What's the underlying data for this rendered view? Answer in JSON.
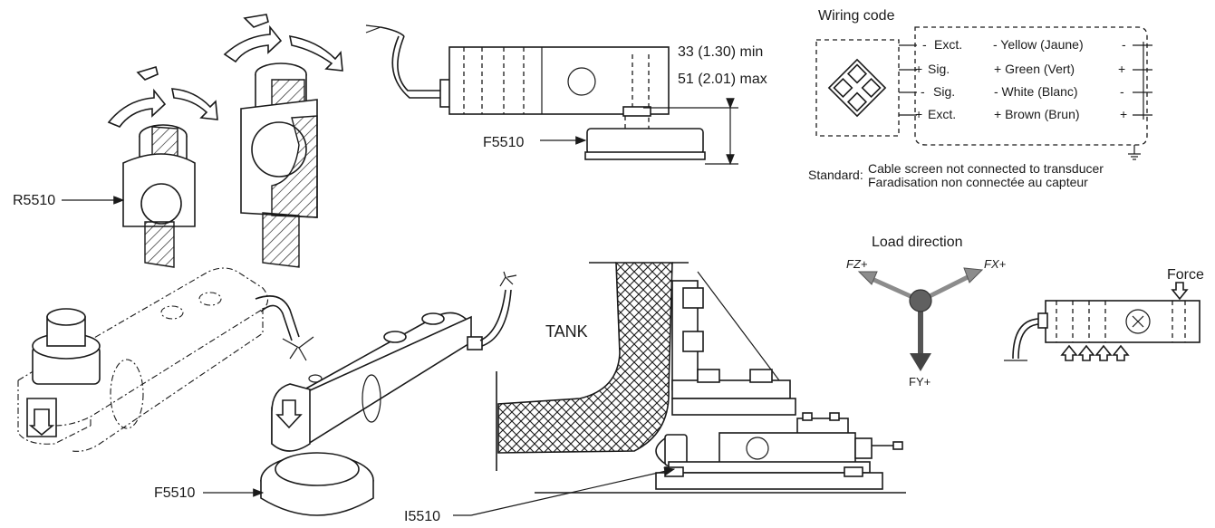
{
  "labels": {
    "r5510": "R5510",
    "f5510_top": "F5510",
    "f5510_bottom": "F5510",
    "i5510": "I5510",
    "tank": "TANK",
    "dim_min": "33 (1.30) min",
    "dim_max": "51 (2.01) max"
  },
  "wiring": {
    "title": "Wiring code",
    "rows": [
      {
        "sign_left": "-",
        "signal": "Exct.",
        "color": "- Yellow (Jaune)",
        "sign_right": "-"
      },
      {
        "sign_left": "+",
        "signal": "Sig.",
        "color": "+ Green (Vert)",
        "sign_right": "+"
      },
      {
        "sign_left": "-",
        "signal": "Sig.",
        "color": "- White (Blanc)",
        "sign_right": "-"
      },
      {
        "sign_left": "+",
        "signal": "Exct.",
        "color": "+ Brown (Brun)",
        "sign_right": "+"
      }
    ],
    "standard_label": "Standard:",
    "standard_line1": "Cable screen not connected to transducer",
    "standard_line2": "Faradisation non connectée au capteur"
  },
  "load": {
    "title": "Load direction",
    "fz": "FZ+",
    "fx": "FX+",
    "fy": "FY+",
    "force": "Force"
  },
  "colors": {
    "line": "#1a1a1a",
    "arrow_grey": "#8c8c8c",
    "center_dot": "#606060"
  }
}
